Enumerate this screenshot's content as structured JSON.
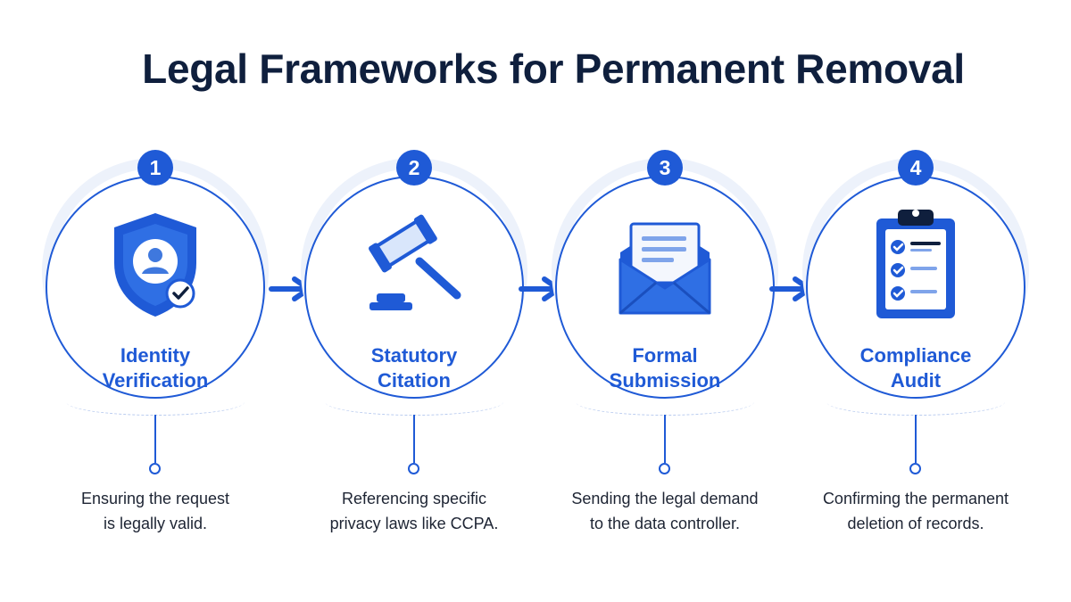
{
  "title": "Legal Frameworks for Permanent Removal",
  "colors": {
    "accent": "#1f5ad6",
    "title": "#0f1f3d",
    "ring_halo": "#edf2fb"
  },
  "steps": [
    {
      "number": "1",
      "label_line1": "Identity",
      "label_line2": "Verification",
      "icon": "shield-user-check-icon",
      "desc_line1": "Ensuring the request",
      "desc_line2": "is legally valid."
    },
    {
      "number": "2",
      "label_line1": "Statutory",
      "label_line2": "Citation",
      "icon": "gavel-icon",
      "desc_line1": "Referencing specific",
      "desc_line2": "privacy laws like CCPA."
    },
    {
      "number": "3",
      "label_line1": "Formal",
      "label_line2": "Submission",
      "icon": "envelope-letter-icon",
      "desc_line1": "Sending the legal demand",
      "desc_line2": "to the data controller."
    },
    {
      "number": "4",
      "label_line1": "Compliance",
      "label_line2": "Audit",
      "icon": "clipboard-checklist-icon",
      "desc_line1": "Confirming the permanent",
      "desc_line2": "deletion of records."
    }
  ]
}
